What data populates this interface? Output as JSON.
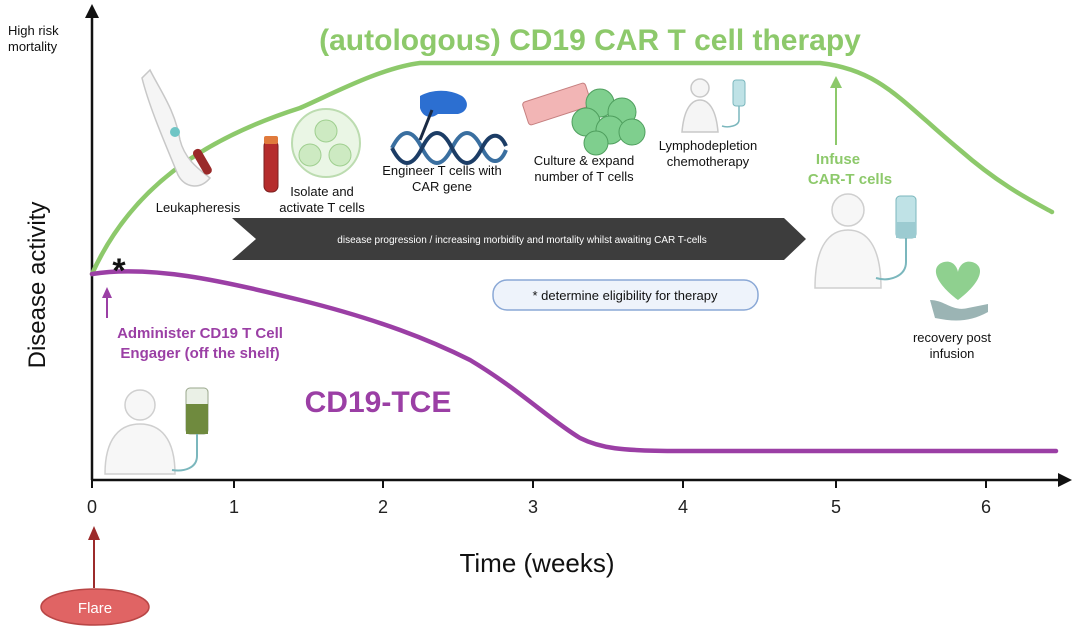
{
  "axes": {
    "y_top_label_line1": "High risk",
    "y_top_label_line2": "mortality",
    "y_label": "Disease activity",
    "x_label": "Time (weeks)",
    "x_ticks": [
      "0",
      "1",
      "2",
      "3",
      "4",
      "5",
      "6"
    ]
  },
  "car_t": {
    "title": "(autologous) CD19 CAR T cell therapy",
    "color": "#8dc96b",
    "steps": [
      {
        "lines": [
          "Leukapheresis"
        ]
      },
      {
        "lines": [
          "Isolate and",
          "activate T cells"
        ]
      },
      {
        "lines": [
          "Engineer T cells with",
          "CAR gene"
        ]
      },
      {
        "lines": [
          "Culture & expand",
          "number of T cells"
        ]
      },
      {
        "lines": [
          "Lymphodepletion",
          "chemotherapy"
        ]
      }
    ],
    "infuse_line1": "Infuse",
    "infuse_line2": "CAR-T cells",
    "progression_text": "disease progression / increasing morbidity and mortality whilst awaiting CAR T-cells",
    "recovery_line1": "recovery post",
    "recovery_line2": "infusion"
  },
  "tce": {
    "title": "CD19-TCE",
    "color": "#9b3fa5",
    "admin_line1": "Administer CD19 T Cell",
    "admin_line2": "Engager (off the shelf)"
  },
  "eligibility": {
    "marker": "*",
    "text": "* determine eligibility for therapy"
  },
  "flare": {
    "label": "Flare",
    "color": "#e06464"
  }
}
